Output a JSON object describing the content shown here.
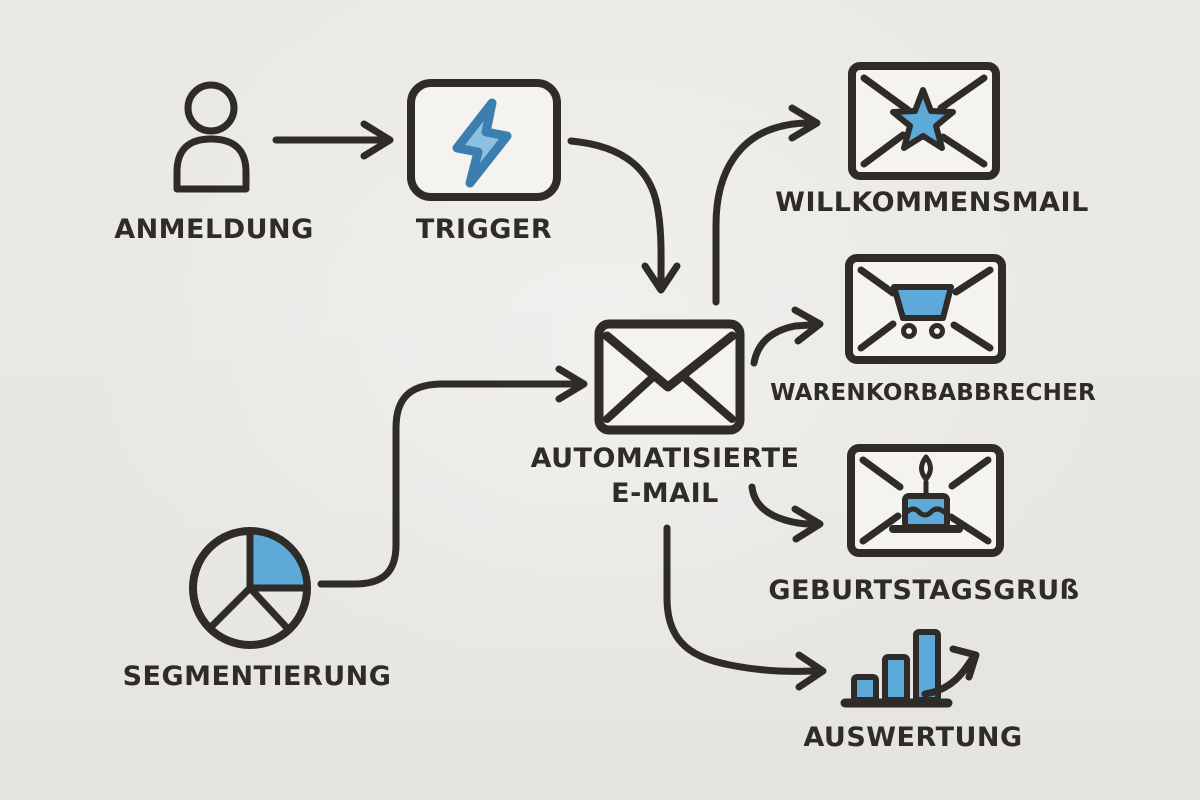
{
  "colors": {
    "background": "#e9e8e4",
    "ink": "#2e2b28",
    "accent": "#5da9d7",
    "accent_light": "#8cc1e2",
    "accent_dark": "#3c7fae",
    "surface": "#f4f3f0"
  },
  "nodes": {
    "anmeldung": {
      "label": "ANMELDUNG",
      "icon": "person-icon"
    },
    "trigger": {
      "label": "TRIGGER",
      "icon": "lightning-icon"
    },
    "automatisierte_email": {
      "label_line1": "AUTOMATISIERTE",
      "label_line2": "E-MAIL",
      "icon": "envelope-icon"
    },
    "willkommensmail": {
      "label": "WILLKOMMENSMAIL",
      "icon": "envelope-star-icon"
    },
    "warenkorbabbrecher": {
      "label": "WARENKORBABBRECHER",
      "icon": "envelope-cart-icon"
    },
    "geburtstagsgruss": {
      "label": "GEBURTSTAGSGRUß",
      "icon": "envelope-cake-icon"
    },
    "segmentierung": {
      "label": "SEGMENTIERUNG",
      "icon": "pie-chart-icon"
    },
    "auswertung": {
      "label": "AUSWERTUNG",
      "icon": "bar-chart-icon"
    }
  },
  "edges": [
    {
      "from": "anmeldung",
      "to": "trigger"
    },
    {
      "from": "trigger",
      "to": "automatisierte_email"
    },
    {
      "from": "segmentierung",
      "to": "automatisierte_email"
    },
    {
      "from": "automatisierte_email",
      "to": "willkommensmail"
    },
    {
      "from": "automatisierte_email",
      "to": "warenkorbabbrecher"
    },
    {
      "from": "automatisierte_email",
      "to": "geburtstagsgruss"
    },
    {
      "from": "automatisierte_email",
      "to": "auswertung"
    }
  ]
}
